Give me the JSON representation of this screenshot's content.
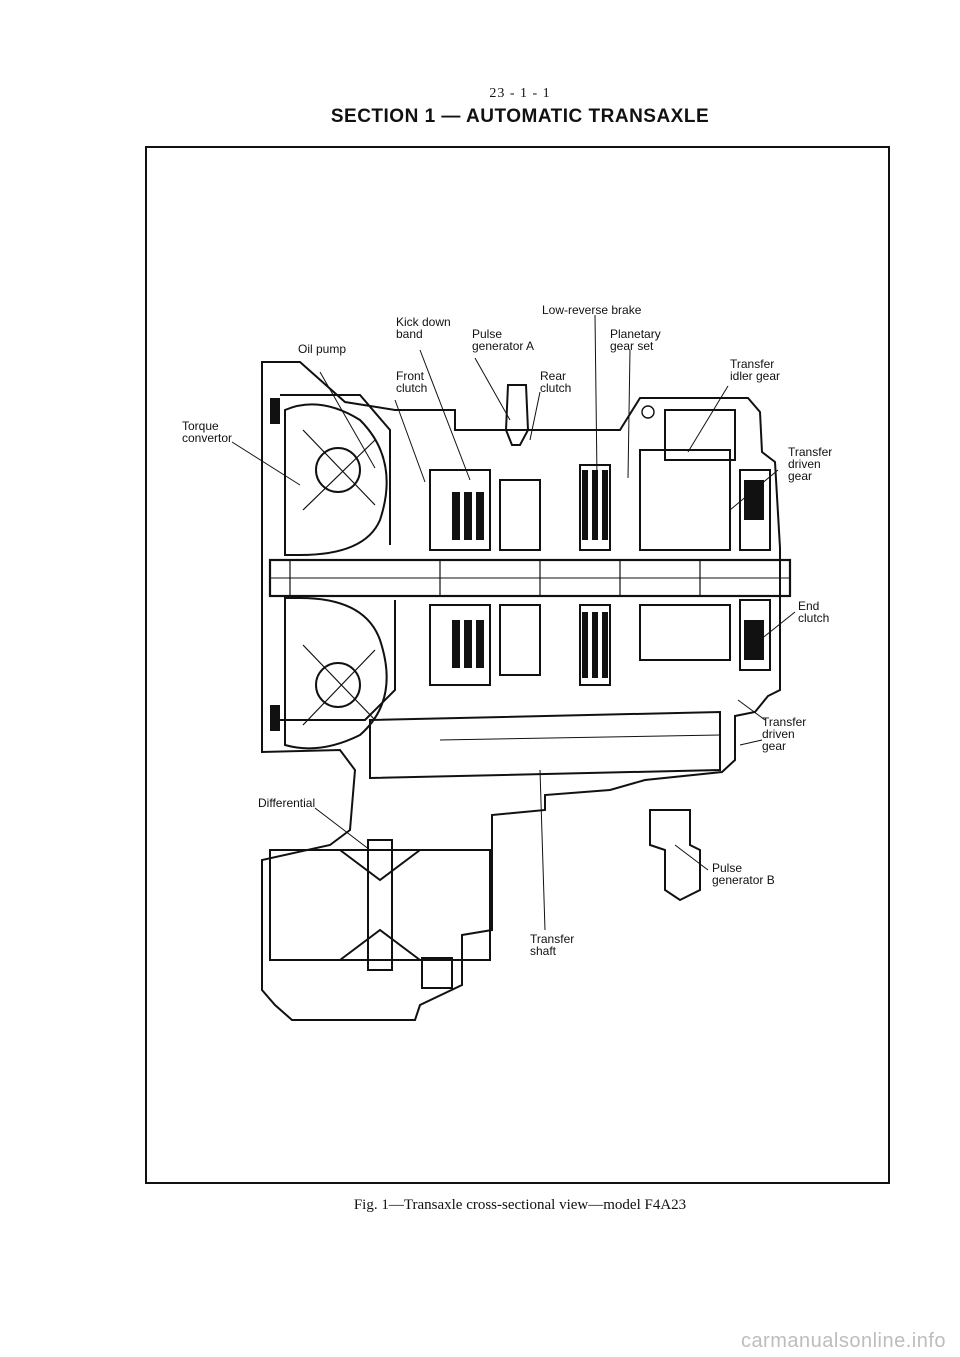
{
  "header": {
    "page_number": "23 - 1 - 1",
    "section_title": "SECTION 1 — AUTOMATIC TRANSAXLE"
  },
  "figure": {
    "caption": "Fig. 1—Transaxle cross-sectional view—model F4A23",
    "labels": {
      "low_reverse_brake": "Low-reverse brake",
      "kick_down_band": "Kick down\nband",
      "pulse_generator_a": "Pulse\ngenerator A",
      "planetary_gear_set": "Planetary\ngear set",
      "oil_pump": "Oil pump",
      "transfer_idler_gear": "Transfer\nidler gear",
      "front_clutch": "Front\nclutch",
      "rear_clutch": "Rear\nclutch",
      "torque_convertor": "Torque\nconvertor",
      "transfer_driven_gear_top": "Transfer\ndriven\ngear",
      "end_clutch": "End\nclutch",
      "transfer_driven_gear_bottom": "Transfer\ndriven\ngear",
      "differential": "Differential",
      "pulse_generator_b": "Pulse\ngenerator B",
      "transfer_shaft": "Transfer\nshaft"
    }
  },
  "footer": {
    "watermark": "carmanualsonline.info"
  }
}
